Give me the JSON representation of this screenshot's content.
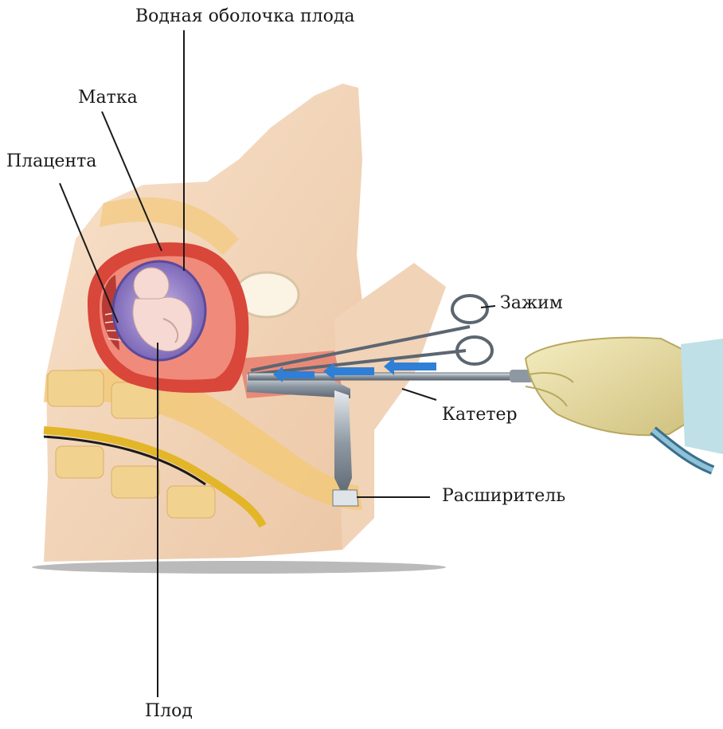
{
  "labels": {
    "amniotic_membrane": "Водная оболочка плода",
    "uterus": "Матка",
    "placenta": "Плацента",
    "clamp": "Зажим",
    "catheter": "Катетер",
    "dilator": "Расширитель",
    "fetus": "Плод"
  },
  "colors": {
    "skin": "#f3d7bd",
    "skin_shade": "#e8c3a2",
    "fat_layer": "#f2c97a",
    "uterus_wall": "#d9463a",
    "uterus_inner": "#f08a7a",
    "amniotic_sac": "#7a64b8",
    "fetus": "#f6d9d2",
    "spine_bone": "#f2d28f",
    "spinal_cord": "#e2b628",
    "steel": "#9aa4ad",
    "glove": "#ebe0a6",
    "flow_arrow": "#2f7fd6",
    "leader_line": "#1a1a1a"
  }
}
